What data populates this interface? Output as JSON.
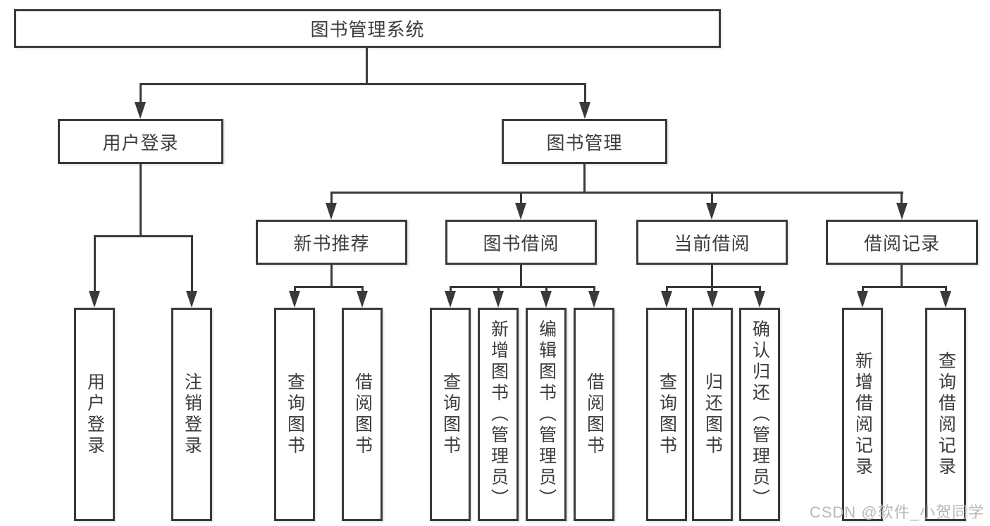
{
  "tree": {
    "label": "图书管理系统",
    "children": [
      {
        "label": "用户登录",
        "children": [
          {
            "label": "用户登录"
          },
          {
            "label": "注销登录"
          }
        ]
      },
      {
        "label": "图书管理",
        "children": [
          {
            "label": "新书推荐",
            "children": [
              {
                "label": "查询图书"
              },
              {
                "label": "借阅图书"
              }
            ]
          },
          {
            "label": "图书借阅",
            "children": [
              {
                "label": "查询图书"
              },
              {
                "label": "新增图书（管理员）"
              },
              {
                "label": "编辑图书（管理员）"
              },
              {
                "label": "借阅图书"
              }
            ]
          },
          {
            "label": "当前借阅",
            "children": [
              {
                "label": "查询图书"
              },
              {
                "label": "归还图书"
              },
              {
                "label": "确认归还（管理员）"
              }
            ]
          },
          {
            "label": "借阅记录",
            "children": [
              {
                "label": "新增借阅记录"
              },
              {
                "label": "查询借阅记录"
              }
            ]
          }
        ]
      }
    ]
  },
  "watermark": {
    "text": "CSDN @软件_小贺同学"
  },
  "colors": {
    "line": "#3a3a3c",
    "text": "#3d3d3f",
    "watermark": "#b9b9bb",
    "background": "#ffffff"
  }
}
